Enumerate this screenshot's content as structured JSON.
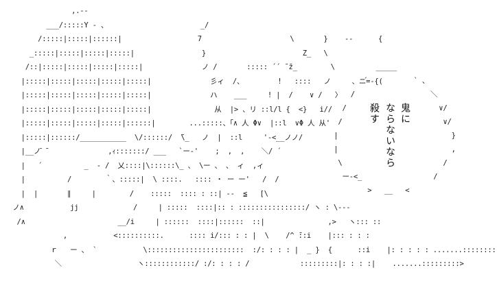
{
  "speech": {
    "col1": "鬼に",
    "col2": "ならないなら",
    "col3": "殺す"
  },
  "art": {
    "colors": {
      "background": "#ffffff",
      "ink": "#1a1a1a"
    },
    "lines": [
      "                 ,.--",
      "           ___/:::::Y - 、                      _/",
      "         /:::::|:::::|::::::|                  7                     \\       }    --      {",
      "       _:::::|:::::|:::::|:::::|                }                       Z_   \\",
      "      /::|:::::|:::::|:::::|:::::|              ノ /       ::::: ´´ ̄ ̄z_        \\",
      "     |:::::|:::::|:::::|:::::|:::::|              彡ィ  /、        !   ::::   ノ     、ニ=-{(",
      "     |:::::|:::::|:::::|:::::|:::::|              ハ    ___     ! |  /    ∨ /   〉",
      "     |:::::|:::::|:::::|:::::|:::::|               从  |> 、リ ::l/l {  <}   i//",
      "     |:::::|:::::|:::::|:::::|::::::|        ...:::::、「∧ 人 Φ∨  |::l  ∨Φ 人 从'",
      "     |:::::|::::::/___________  \\/::::::/  ̄\\_   ノ  |  ::l     '-<__ノノ/",
      "     |__ノ̄ ̄               ,ｨ:::::::/ ___   `ー-'    ;  ,  ,    ＼/ ´",
      "     |   ´          _  - /  乂::::|\\::::::\\_ 、 \\ー 、 、 ィ  ,ィ",
      "     |          /        ｀、:::::|  \\ ::::.   :::: ・ ー ー'   /  /",
      "     |  |       ∥     |        /    :::::  :::: : ::| --  ≦   [\\",
      "   ノ∧           jj             /     | :::::  ::::|:: : ::::::::::::::::/ ヽ : \\---",
      "    /∧                      __/i     | ::::::  ::::|::::::  ::|               ,>   ヽ::: ::",
      "               ,           <::::::::::.      :::: i/::: : : |  \\    /^ ̄::i    |::: : : :",
      "            ｒ   ー 、 `           \\:::::::::::::::::::::::  :/: : : : |  _ }  {      ::i    |: : : : : .......:::::::::::}\\__",
      "             ＼                  ヽ::::::::::::/ :/: : : : /            :::::::::|: : : :|    .......:::::::::>"
    ],
    "bubble": {
      "lines": [
        "            _____",
        "         ´           ` 、",
        "      /                  ＼",
        "    /                      ∨/",
        "   /                        ∨/",
        "  |                           }",
        "  |                           ,",
        "   \\                        /",
        "    ー-<_                 /",
        "          >   __   <"
      ]
    }
  }
}
